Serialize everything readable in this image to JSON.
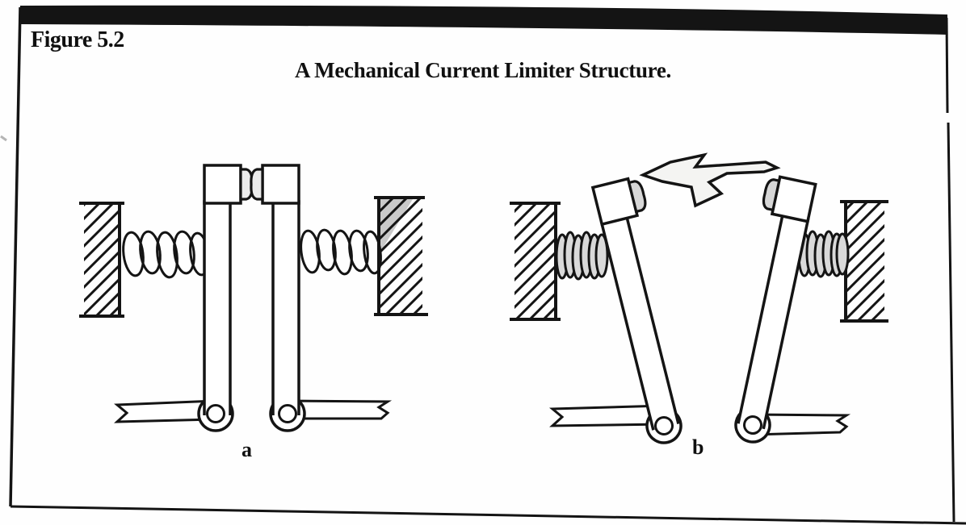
{
  "figure": {
    "label": "Figure 5.2",
    "title": "A Mechanical Current Limiter Structure.",
    "panels": [
      {
        "label": "a"
      },
      {
        "label": "b"
      }
    ]
  },
  "colors": {
    "ink": "#141414",
    "paper": "#ffffff",
    "shade_light": "#ebebeb",
    "shade_mid": "#d7d7d7",
    "shade_block": "#c9c9c9"
  }
}
